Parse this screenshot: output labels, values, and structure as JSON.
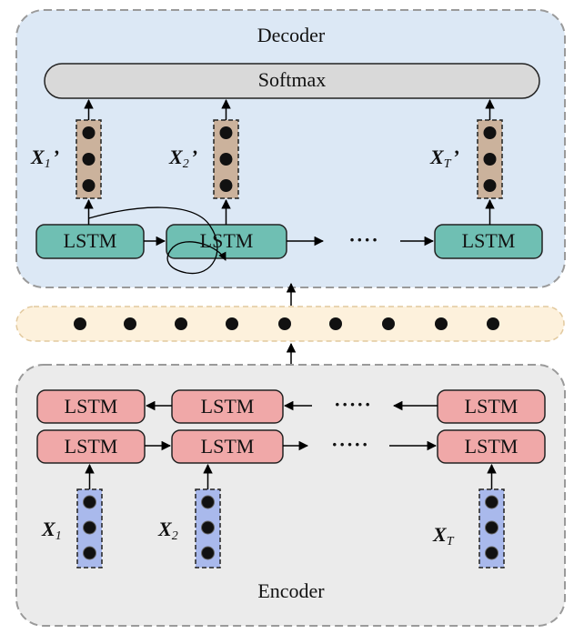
{
  "decoder": {
    "title": "Decoder",
    "softmax_label": "Softmax",
    "lstm_label": "LSTM",
    "outputs": [
      {
        "var": "X",
        "sub": "1",
        "prime": "’"
      },
      {
        "var": "X",
        "sub": "2",
        "prime": "’"
      },
      {
        "var": "X",
        "sub": "T",
        "prime": "’"
      }
    ],
    "ellipsis": "····"
  },
  "encoder": {
    "title": "Encoder",
    "lstm_label": "LSTM",
    "inputs": [
      {
        "var": "X",
        "sub": "1"
      },
      {
        "var": "X",
        "sub": "2"
      },
      {
        "var": "X",
        "sub": "T"
      }
    ],
    "ellipsis": "·····"
  },
  "colors": {
    "decoder_bg": "#dce8f5",
    "encoder_bg": "#ebebeb",
    "context_bg": "#fdf1dc",
    "decoder_lstm": "#6fbfb3",
    "encoder_lstm": "#f0a8a8",
    "softmax": "#d9d9d9",
    "output_vector": "#cbb29c",
    "input_vector": "#a9b9ec"
  }
}
